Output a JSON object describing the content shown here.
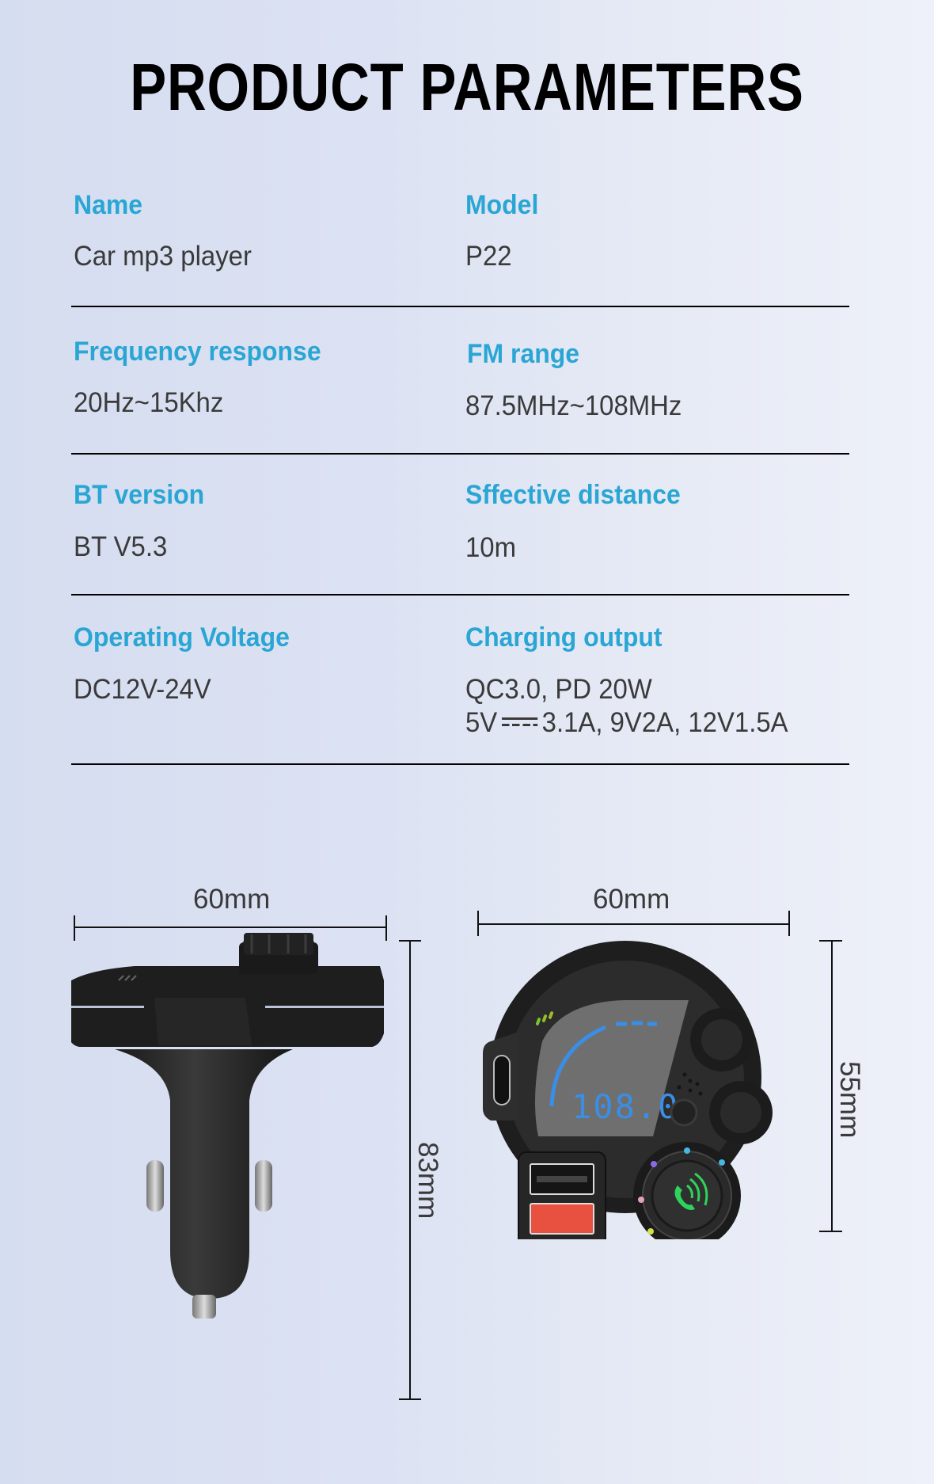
{
  "title": "PRODUCT PARAMETERS",
  "params": [
    {
      "label": "Name",
      "value": "Car mp3 player"
    },
    {
      "label": "Model",
      "value": "P22"
    },
    {
      "label": "Frequency response",
      "value": "20Hz~15Khz"
    },
    {
      "label": "FM range",
      "value": "87.5MHz~108MHz"
    },
    {
      "label": "BT version",
      "value": "BT V5.3"
    },
    {
      "label": "Sffective distance",
      "value": "10m"
    },
    {
      "label": "Operating Voltage",
      "value": "DC12V-24V"
    },
    {
      "label": "Charging output",
      "value_line1": "QC3.0, PD 20W",
      "value_line2_prefix": "5V",
      "value_line2_suffix": "3.1A, 9V2A, 12V1.5A"
    }
  ],
  "dimensions": {
    "side_width": "60mm",
    "side_height": "83mm",
    "front_width": "60mm",
    "front_height": "55mm"
  },
  "display": {
    "frequency": "108.0"
  },
  "icons": {
    "dc_symbol": "direct-current-symbol",
    "call": "phone-call-icon"
  },
  "colors": {
    "label": "#2aa6d4",
    "value": "#3a3a3a",
    "lcd": "#3a8ee6",
    "call_green": "#2fd35a",
    "usb_red": "#e8513f"
  }
}
